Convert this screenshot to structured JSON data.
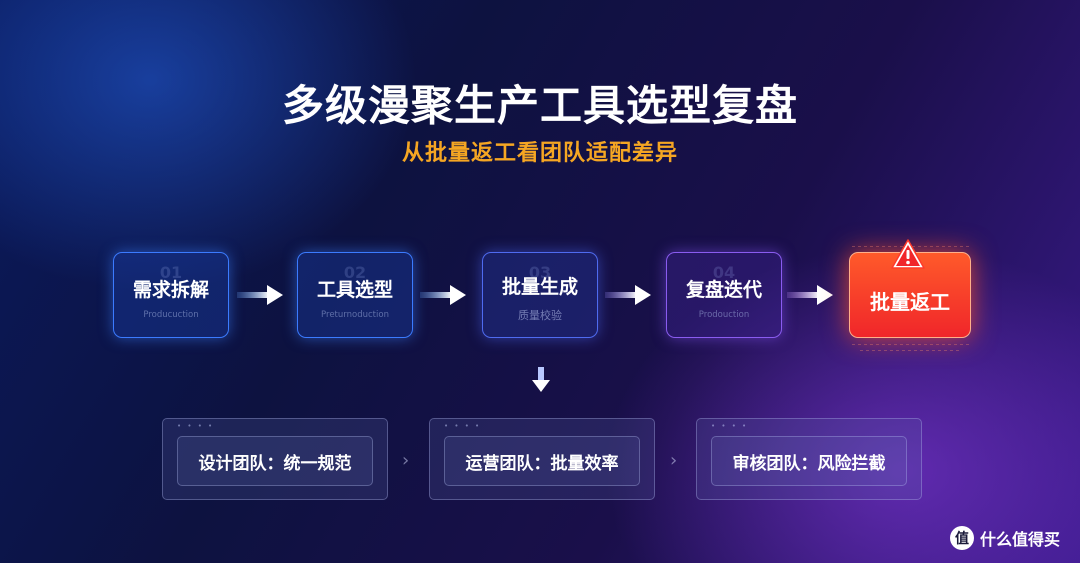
{
  "header": {
    "title": "多级漫聚生产工具选型复盘",
    "subtitle": "从批量返工看团队适配差异"
  },
  "steps": [
    {
      "num": "01",
      "label": "需求拆解",
      "sub": "Producuction"
    },
    {
      "num": "02",
      "label": "工具选型",
      "sub": "Preturnoduction"
    },
    {
      "num": "03",
      "label": "批量生成",
      "sub": "质量校验"
    },
    {
      "num": "04",
      "label": "复盘迭代",
      "sub": "Prodouction"
    },
    {
      "num": "",
      "label": "批量返工",
      "sub": ""
    }
  ],
  "teams": [
    {
      "label": "设计团队：统一规范"
    },
    {
      "label": "运营团队：批量效率"
    },
    {
      "label": "审核团队：风险拦截"
    }
  ],
  "icons": {
    "flow_arrow": "arrow-right-icon",
    "down_arrow": "arrow-down-icon",
    "warning": "warning-icon",
    "separator": "chevron-right-icon"
  },
  "colors": {
    "accent_subtitle": "#f5a623",
    "highlight_step": "#f0262a",
    "step_border_blue": "#3b7bff",
    "step_border_purple": "#8a5cf0"
  },
  "watermark": {
    "badge": "值",
    "text": "什么值得买"
  }
}
